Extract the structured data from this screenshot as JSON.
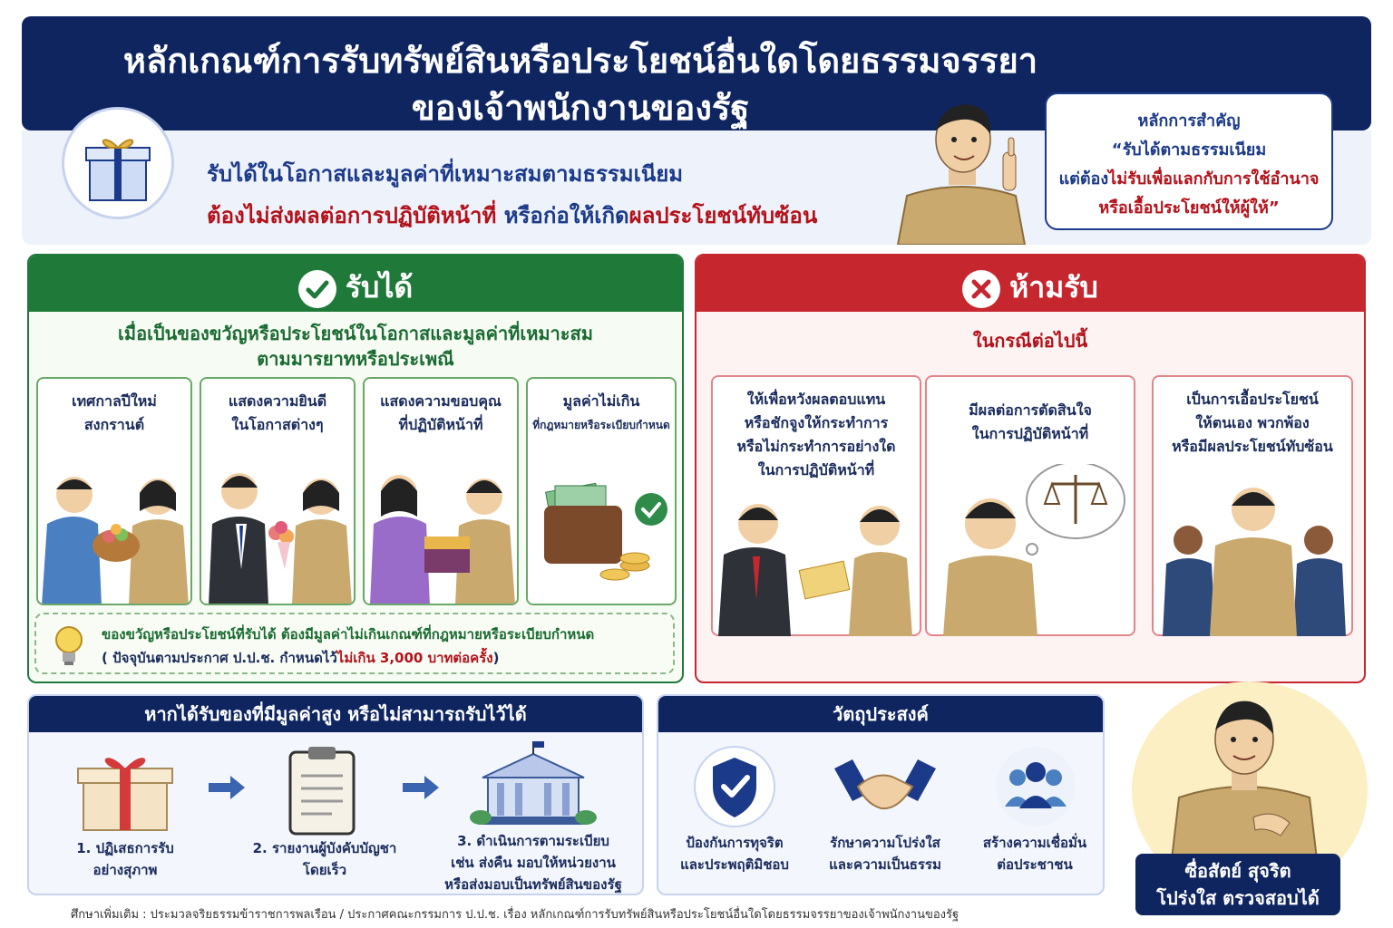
{
  "header": {
    "title_line1": "หลักเกณฑ์การรับทรัพย์สินหรือประโยชน์อื่นใดโดยธรรมจรรยา",
    "title_line2": "ของเจ้าพนักงานของรัฐ"
  },
  "subtitle": {
    "line1": "รับได้ในโอกาสและมูลค่าที่เหมาะสมตามธรรมเนียม",
    "line2_red": "ต้องไม่ส่งผลต่อการปฏิบัติหน้าที่",
    "line2_navy": " หรือก่อให้เกิด",
    "line2_red2": "ผลประโยชน์ทับซ้อน"
  },
  "speech": {
    "line1": "หลักการสำคัญ",
    "line2": "“รับได้ตามธรรมเนียม",
    "line3_a": "แต่ต้อง",
    "line3_b": "ไม่รับเพื่อแลกกับการใช้อำนาจ",
    "line4": "หรือเอื้อประโยชน์ให้ผู้ให้”"
  },
  "allowed": {
    "title": "รับได้",
    "subtitle_line1": "เมื่อเป็นของขวัญหรือประโยชน์ในโอกาสและมูลค่าที่เหมาะสม",
    "subtitle_line2": "ตามมารยาทหรือประเพณี",
    "cards": [
      {
        "line1": "เทศกาลปีใหม่",
        "line2": "สงกรานต์"
      },
      {
        "line1": "แสดงความยินดี",
        "line2": "ในโอกาสต่างๆ"
      },
      {
        "line1": "แสดงความขอบคุณ",
        "line2": "ที่ปฏิบัติหน้าที่"
      },
      {
        "line1": "มูลค่าไม่เกิน",
        "line2": "ที่กฎหมายหรือระเบียบกำหนด"
      }
    ],
    "tip_line1": "ของขวัญหรือประโยชน์ที่รับได้ ต้องมีมูลค่าไม่เกินเกณฑ์ที่กฎหมายหรือระเบียบกำหนด",
    "tip_line2_a": "( ปัจจุบันตามประกาศ ป.ป.ช. กำหนดไว้",
    "tip_line2_b": "ไม่เกิน 3,000 บาทต่อครั้ง",
    "tip_line2_c": ")"
  },
  "forbidden": {
    "title": "ห้ามรับ",
    "subtitle": "ในกรณีต่อไปนี้",
    "cards": [
      {
        "lines": [
          "ให้เพื่อหวังผลตอบแทน",
          "หรือชักจูงให้กระทำการ",
          "หรือไม่กระทำการอย่างใด",
          "ในการปฏิบัติหน้าที่"
        ]
      },
      {
        "lines": [
          "มีผลต่อการตัดสินใจ",
          "ในการปฏิบัติหน้าที่"
        ]
      },
      {
        "lines": [
          "เป็นการเอื้อประโยชน์",
          "ให้ตนเอง พวกพ้อง",
          "หรือมีผลประโยชน์ทับซ้อน"
        ]
      }
    ]
  },
  "high_value": {
    "title": "หากได้รับของที่มีมูลค่าสูง หรือไม่สามารถรับไว้ได้",
    "steps": [
      {
        "lines": [
          "1. ปฏิเสธการรับ",
          "อย่างสุภาพ"
        ]
      },
      {
        "lines": [
          "2. รายงานผู้บังคับบัญชา",
          "โดยเร็ว"
        ]
      },
      {
        "lines": [
          "3. ดำเนินการตามระเบียบ",
          "เช่น ส่งคืน มอบให้หน่วยงาน",
          "หรือส่งมอบเป็นทรัพย์สินของรัฐ"
        ]
      }
    ]
  },
  "objectives": {
    "title": "วัตถุประสงค์",
    "items": [
      {
        "lines": [
          "ป้องกันการทุจริต",
          "และประพฤติมิชอบ"
        ],
        "icon": "shield-check-icon"
      },
      {
        "lines": [
          "รักษาความโปร่งใส",
          "และความเป็นธรรม"
        ],
        "icon": "handshake-icon"
      },
      {
        "lines": [
          "สร้างความเชื่อมั่น",
          "ต่อประชาชน"
        ],
        "icon": "people-icon"
      }
    ]
  },
  "honest": {
    "line1": "ซื่อสัตย์ สุจริต",
    "line2": "โปร่งใส ตรวจสอบได้"
  },
  "footer": "ศึกษาเพิ่มเติม : ประมวลจริยธรรมข้าราชการพลเรือน / ประกาศคณะกรรมการ ป.ป.ช. เรื่อง หลักเกณฑ์การรับทรัพย์สินหรือประโยชน์อื่นใดโดยธรรมจรรยาของเจ้าพนักงานของรัฐ",
  "colors": {
    "navy": "#0f2560",
    "green": "#1f7a3a",
    "red": "#c6262e",
    "khaki": "#c9a96e"
  }
}
